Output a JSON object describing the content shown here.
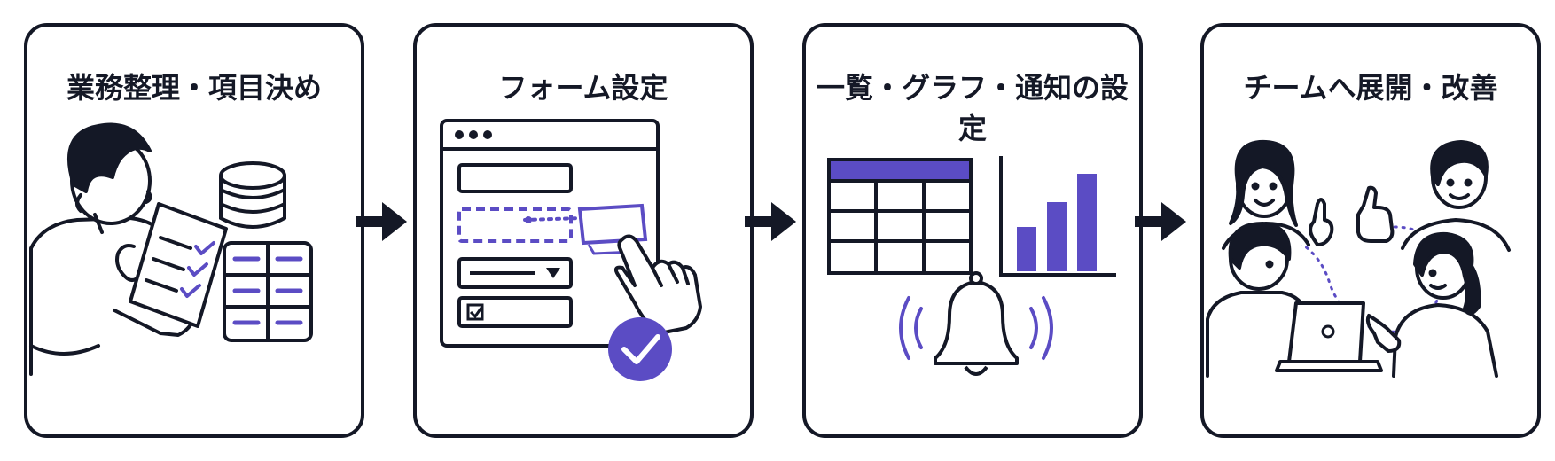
{
  "colors": {
    "ink": "#141826",
    "accent": "#5b4cc4",
    "background": "#ffffff"
  },
  "steps": [
    {
      "title": "業務整理・項目決め",
      "icons": [
        "person-thinking-icon",
        "checklist-icon",
        "database-icon",
        "data-grid-icon"
      ]
    },
    {
      "title": "フォーム設定",
      "icons": [
        "browser-window-icon",
        "text-field-icon",
        "dropdown-icon",
        "checkbox-icon",
        "drag-field-icon",
        "pointer-hand-icon",
        "checkmark-badge-icon"
      ]
    },
    {
      "title": "一覧・グラフ・通知の設定",
      "icons": [
        "table-icon",
        "bar-chart-icon",
        "bell-icon"
      ]
    },
    {
      "title": "チームへ展開・改善",
      "icons": [
        "team-people-icon",
        "laptop-icon",
        "thumbs-up-icon"
      ]
    }
  ]
}
